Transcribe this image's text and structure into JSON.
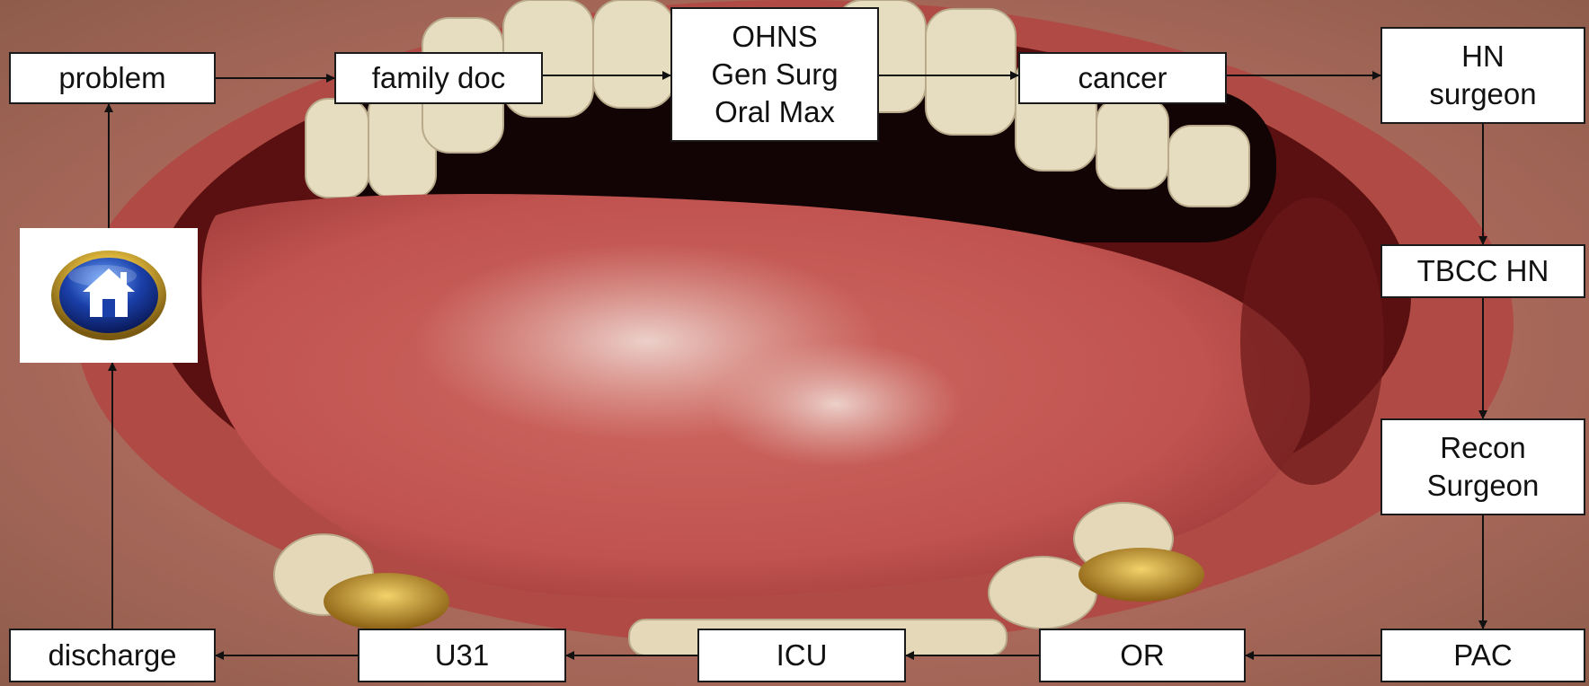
{
  "flowchart": {
    "nodes": {
      "problem": {
        "lines": [
          "problem"
        ]
      },
      "family_doc": {
        "lines": [
          "family doc"
        ]
      },
      "ohns": {
        "lines": [
          "OHNS",
          "Gen Surg",
          "Oral Max"
        ]
      },
      "cancer": {
        "lines": [
          "cancer"
        ]
      },
      "hn_surgeon": {
        "lines": [
          "HN",
          "surgeon"
        ]
      },
      "tbcc_hn": {
        "lines": [
          "TBCC HN"
        ]
      },
      "recon_surgeon": {
        "lines": [
          "Recon",
          "Surgeon"
        ]
      },
      "pac": {
        "lines": [
          "PAC"
        ]
      },
      "or": {
        "lines": [
          "OR"
        ]
      },
      "icu": {
        "lines": [
          "ICU"
        ]
      },
      "u31": {
        "lines": [
          "U31"
        ]
      },
      "discharge": {
        "lines": [
          "discharge"
        ]
      }
    },
    "edges": [
      [
        "problem",
        "family_doc"
      ],
      [
        "family_doc",
        "ohns"
      ],
      [
        "ohns",
        "cancer"
      ],
      [
        "cancer",
        "hn_surgeon"
      ],
      [
        "hn_surgeon",
        "tbcc_hn"
      ],
      [
        "tbcc_hn",
        "recon_surgeon"
      ],
      [
        "recon_surgeon",
        "pac"
      ],
      [
        "pac",
        "or"
      ],
      [
        "or",
        "icu"
      ],
      [
        "icu",
        "u31"
      ],
      [
        "u31",
        "discharge"
      ],
      [
        "discharge",
        "home"
      ],
      [
        "home",
        "problem"
      ]
    ]
  },
  "home_button": {
    "icon": "house-icon"
  },
  "colors": {
    "node_fill": "#ffffff",
    "node_border": "#1a1a1a",
    "arrow": "#111111",
    "home_ring_gold": "#c9a227",
    "home_button_blue": "#1a3fa8"
  }
}
